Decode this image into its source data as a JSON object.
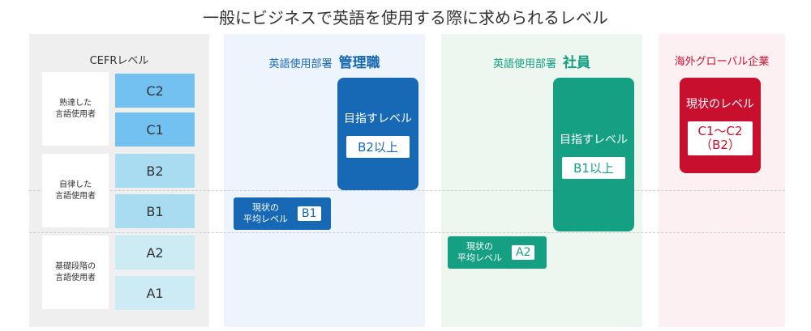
{
  "title": "一般にビジネスで英語を使用する際に求められるレベル",
  "cefr": {
    "header": "CEFRレベル",
    "groups": [
      {
        "label": "熟達した\n言語使用者",
        "levels": [
          "C2",
          "C1"
        ]
      },
      {
        "label": "自律した\n言語使用者",
        "levels": [
          "B2",
          "B1"
        ]
      },
      {
        "label": "基礎段階の\n言語使用者",
        "levels": [
          "A2",
          "A1"
        ]
      }
    ]
  },
  "manager": {
    "header_small": "英語使用部署",
    "header_big": "管理職",
    "target_label": "目指すレベル",
    "target_value": "B2以上",
    "current_label": "現状の\n平均レベル",
    "current_value": "B1"
  },
  "employee": {
    "header_small": "英語使用部署",
    "header_big": "社員",
    "target_label": "目指すレベル",
    "target_value": "B1以上",
    "current_label": "現状の\n平均レベル",
    "current_value": "A2"
  },
  "global": {
    "header": "海外グローバル企業",
    "current_label": "現状のレベル",
    "current_value_line1": "C1～C2",
    "current_value_line2": "（B2）"
  },
  "colors": {
    "manager_blue": "#1769b5",
    "employee_green": "#16a083",
    "global_red": "#c8102e",
    "level_c": "#72c1f0",
    "level_b": "#a9dcf1",
    "level_a": "#cdebf4"
  }
}
